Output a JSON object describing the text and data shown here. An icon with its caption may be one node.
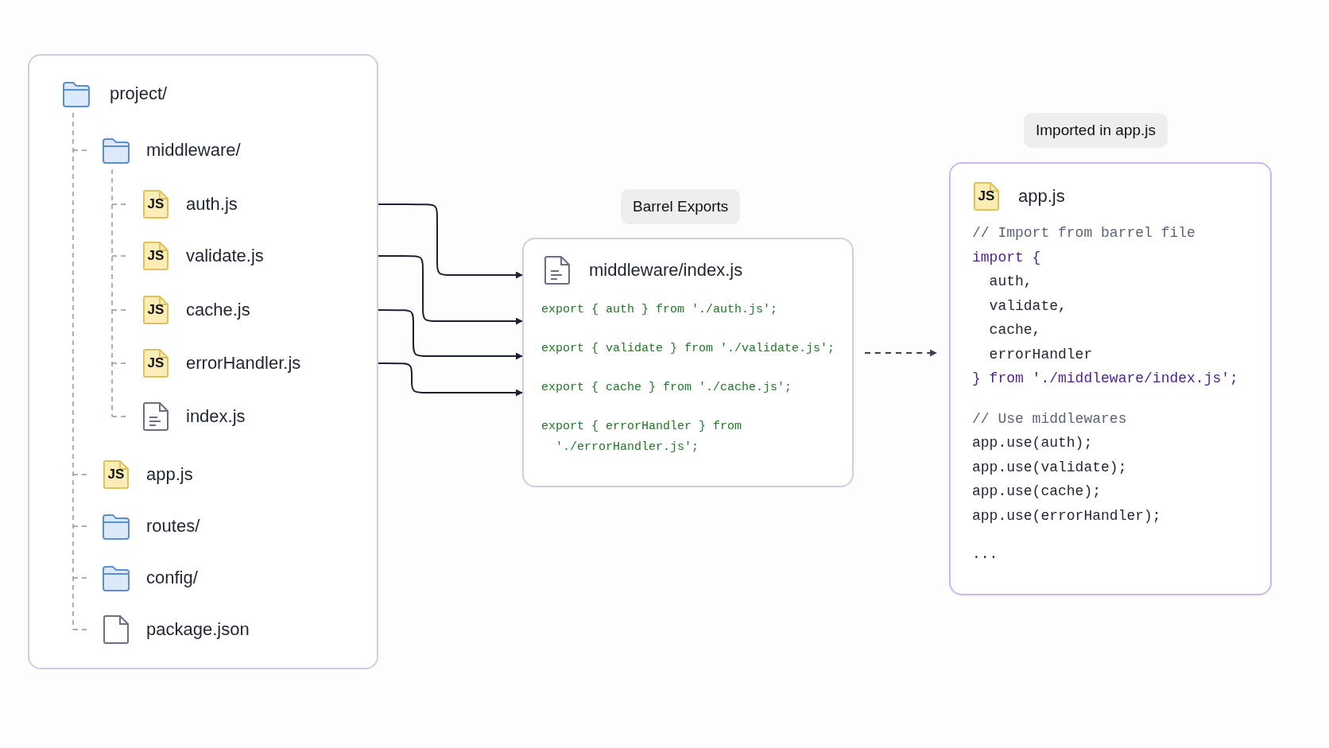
{
  "diagram": {
    "nodes": [
      {
        "text": [],
        "shape": "box"
      },
      {
        "text": [
          "project/"
        ],
        "in": 0
      },
      {
        "text": [
          "middleware/"
        ],
        "in": 0
      },
      {
        "text": [
          "JS",
          "auth.js"
        ],
        "in": 0
      },
      {
        "text": [
          "JS",
          "validate.js"
        ],
        "in": 0
      },
      {
        "text": [
          "JS",
          "cache.js"
        ],
        "in": 0
      },
      {
        "text": [
          "JS",
          "errorHandler.js"
        ],
        "in": 0
      },
      {
        "text": [
          "index.js"
        ],
        "in": 0
      },
      {
        "text": [
          "JS",
          "app.js"
        ],
        "in": 0
      },
      {
        "text": [
          "routes/"
        ],
        "in": 0
      },
      {
        "text": [
          "config/"
        ],
        "in": 0
      },
      {
        "text": [
          "package.json"
        ],
        "in": 0
      },
      {
        "text": [
          "Barrel Exports"
        ]
      },
      {
        "text": [
          "middleware/index.js",
          "export { auth } from './auth.js';",
          "export { validate } from './validate.js';",
          "export { cache } from './cache.js';",
          "export { errorHandler } from './errorHandler.js';"
        ]
      },
      {
        "text": [
          "Imported in app.js"
        ]
      },
      {
        "text": [
          "JS",
          "app.js",
          "// Import from barrel file",
          "import {",
          "auth,",
          "validate,",
          "cache,",
          "errorHandler",
          "} from './middleware/index.js';",
          "// Use middlewares",
          "app.use(auth);",
          "app.use(validate);",
          "app.use(cache);",
          "app.use(errorHandler);",
          "..."
        ]
      }
    ],
    "edges": [
      {
        "from": 3,
        "to": 13,
        "arrow": "to"
      },
      {
        "from": 4,
        "to": 13,
        "arrow": "to"
      },
      {
        "from": 5,
        "to": 13,
        "arrow": "to"
      },
      {
        "from": 6,
        "to": 13,
        "arrow": "to"
      },
      {
        "from": 13,
        "to": 15,
        "arrow": "to",
        "style": "dashed",
        "color": "#3b4252"
      }
    ]
  }
}
